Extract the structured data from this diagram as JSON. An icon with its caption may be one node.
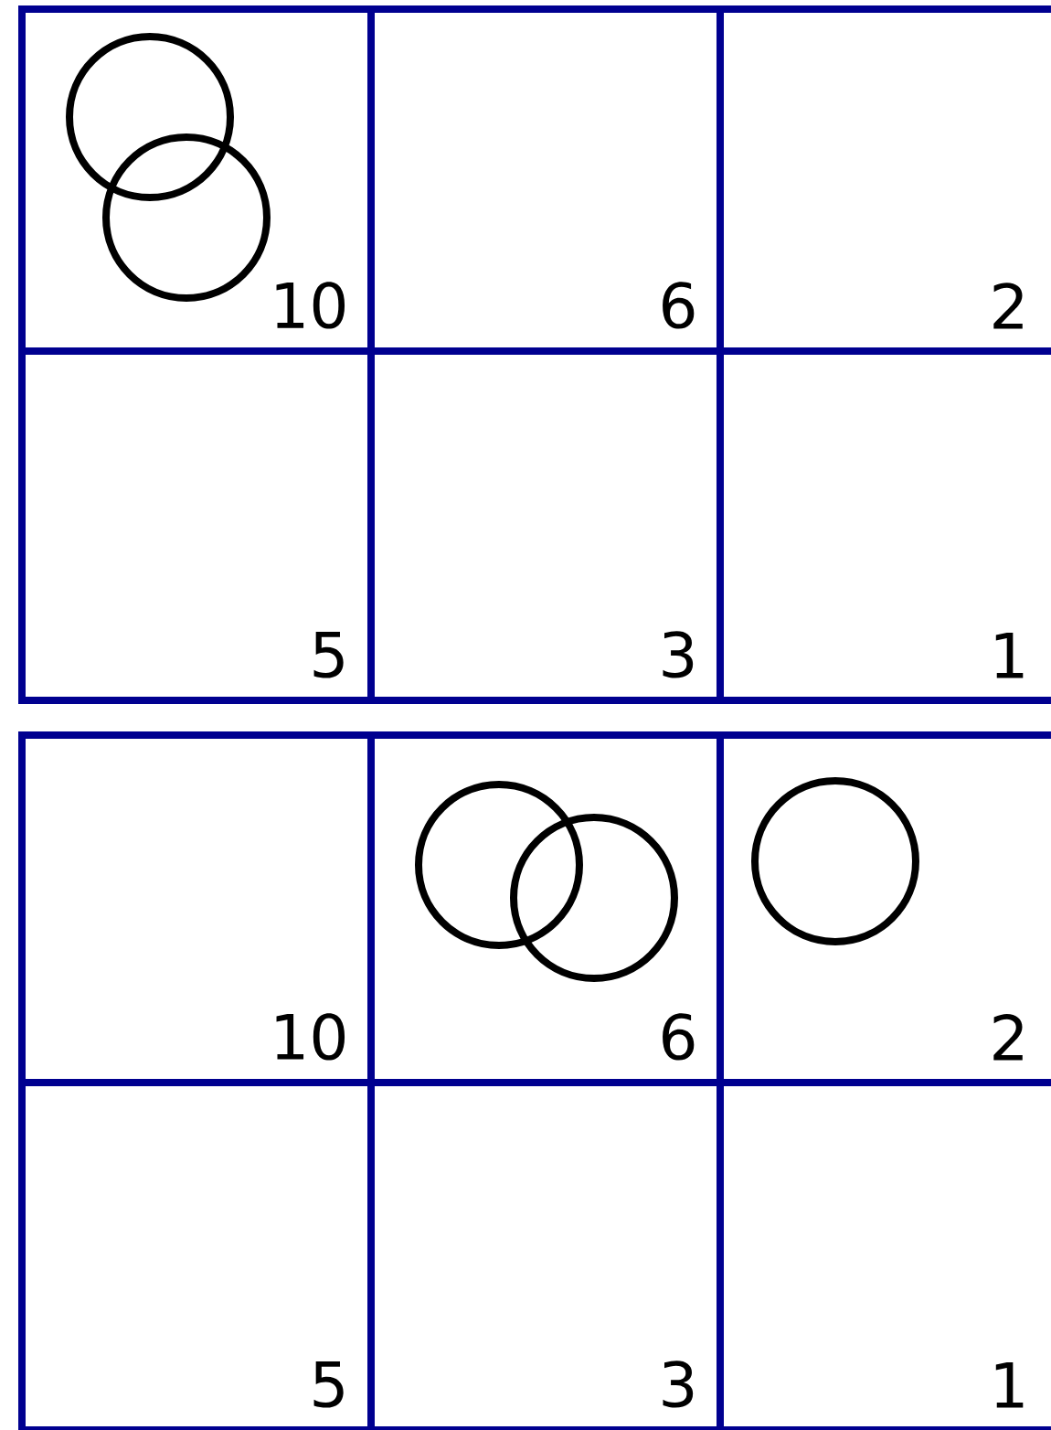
{
  "diagram": {
    "nodes": [
      {
        "text": [
          "10"
        ]
      },
      {
        "text": [],
        "shape": "circle",
        "in": 0
      },
      {
        "text": [],
        "shape": "circle",
        "in": 0
      },
      {
        "text": [
          "6"
        ]
      },
      {
        "text": [
          "2"
        ]
      },
      {
        "text": [
          "5"
        ]
      },
      {
        "text": [
          "3"
        ]
      },
      {
        "text": [
          "1"
        ]
      },
      {
        "text": [
          "10"
        ]
      },
      {
        "text": [
          "6"
        ]
      },
      {
        "text": [],
        "shape": "circle",
        "in": 9
      },
      {
        "text": [],
        "shape": "circle",
        "in": 9
      },
      {
        "text": [
          "2"
        ]
      },
      {
        "text": [],
        "shape": "circle",
        "in": 12
      },
      {
        "text": [
          "5"
        ]
      },
      {
        "text": [
          "3"
        ]
      },
      {
        "text": [
          "1"
        ]
      }
    ]
  }
}
